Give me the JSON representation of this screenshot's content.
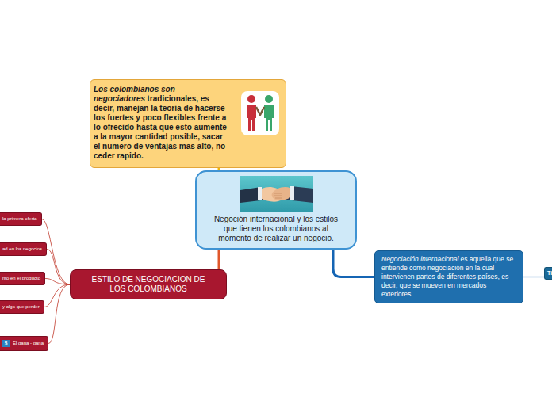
{
  "diagram": {
    "nodes": [
      {
        "text": [
          "Negoción internacional y los estilos que tienen los colombianos al momento de realizar un negocio."
        ]
      },
      {
        "text": [
          "Los colombianos son negociadores",
          "tradicionales, es decir, manejan la teoria de hacerse los fuertes y poco flexibles frente a lo ofrecido hasta que esto aumente a la mayor cantidad posible, sacar el numero de ventajas mas alto, no ceder rapido."
        ]
      },
      {
        "text": [
          "ESTILO DE NEGOCIACION DE LOS COLOMBIANOS"
        ]
      },
      {
        "text": [
          "la primera oferta"
        ]
      },
      {
        "text": [
          "ad en los negocios"
        ]
      },
      {
        "text": [
          "nto en el producto"
        ]
      },
      {
        "text": [
          "y algo que perder"
        ]
      },
      {
        "text": [
          "El gana - gana"
        ]
      },
      {
        "text": [
          "Negociación internacional",
          "es aquella que se entiende como negociación en la cual intervienen partes de diferentes países, es decir, que se mueven en mercados exteriores."
        ]
      },
      {
        "text": [
          "Ti"
        ]
      }
    ],
    "edges": [
      {
        "from": 0,
        "to": 1,
        "arrow": "none"
      },
      {
        "from": 0,
        "to": 2,
        "arrow": "none"
      },
      {
        "from": 0,
        "to": 8,
        "arrow": "none"
      },
      {
        "from": 2,
        "to": 3,
        "arrow": "none"
      },
      {
        "from": 2,
        "to": 4,
        "arrow": "none"
      },
      {
        "from": 2,
        "to": 5,
        "arrow": "none"
      },
      {
        "from": 2,
        "to": 6,
        "arrow": "none"
      },
      {
        "from": 2,
        "to": 7,
        "arrow": "none"
      },
      {
        "from": 8,
        "to": 9,
        "arrow": "none"
      }
    ],
    "labels": [
      "5"
    ]
  }
}
